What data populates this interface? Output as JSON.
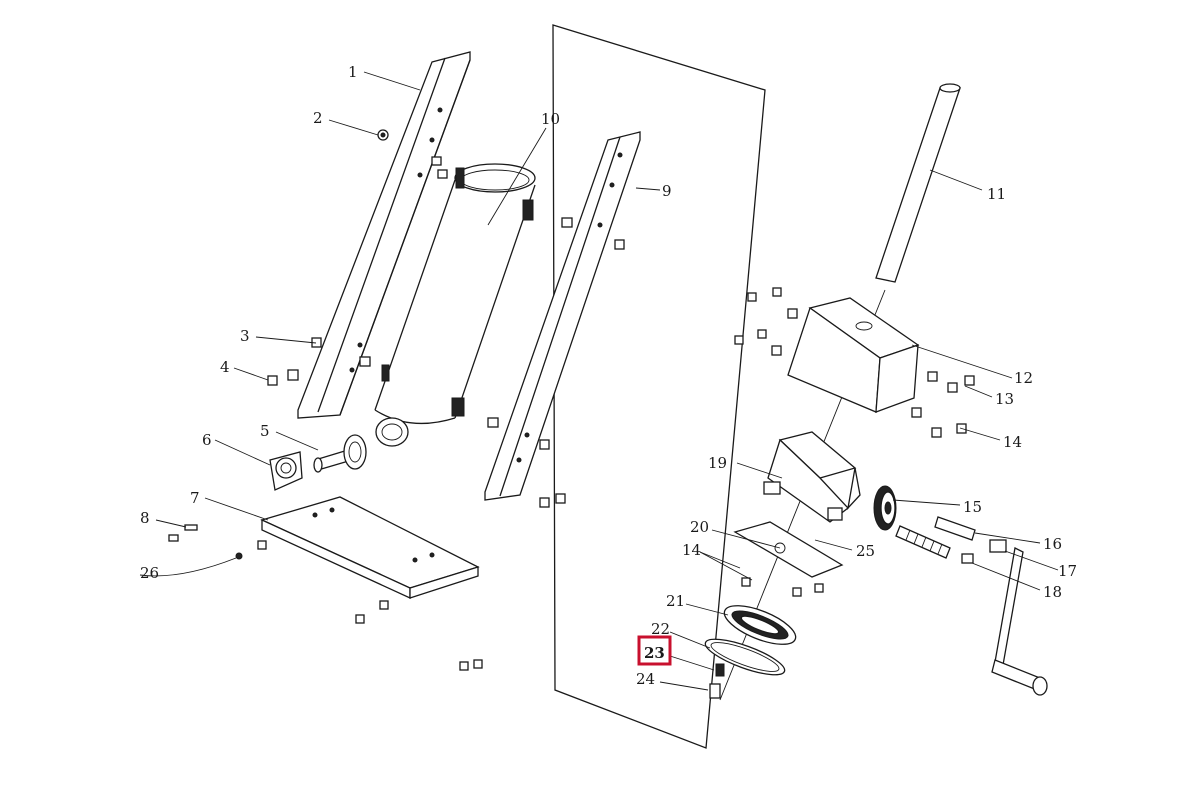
{
  "labels": {
    "l1": "1",
    "l2": "2",
    "l3": "3",
    "l4": "4",
    "l5": "5",
    "l6": "6",
    "l7": "7",
    "l8": "8",
    "l9": "9",
    "l10": "10",
    "l11": "11",
    "l12": "12",
    "l13": "13",
    "l14a": "14",
    "l14b": "14",
    "l15": "15",
    "l16": "16",
    "l17": "17",
    "l18": "18",
    "l19": "19",
    "l20": "20",
    "l21": "21",
    "l22": "22",
    "l23": "23",
    "l24": "24",
    "l25": "25",
    "l26": "26"
  },
  "highlight": {
    "part": "23",
    "color": "#c8102e"
  }
}
